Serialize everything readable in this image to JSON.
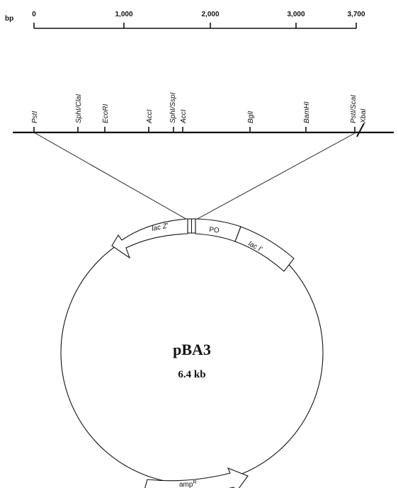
{
  "scale": {
    "unit": "bp",
    "ticks": [
      "0",
      "1,000",
      "2,000",
      "3,000",
      "3,700"
    ]
  },
  "insert": {
    "sites": [
      "PstI",
      "SphI/ClaI",
      "EcoRI",
      "AccI",
      "SphI/SspI",
      "AccI",
      "BglI",
      "BamHI",
      "PstI/ScaI",
      "XbaI"
    ]
  },
  "plasmid": {
    "name": "pBA3",
    "size": "6.4 kb",
    "segments": {
      "lacz": "lac Z'",
      "po": "PO",
      "laci": "lac I'",
      "amp_base": "amp",
      "amp_sup": "R"
    }
  }
}
